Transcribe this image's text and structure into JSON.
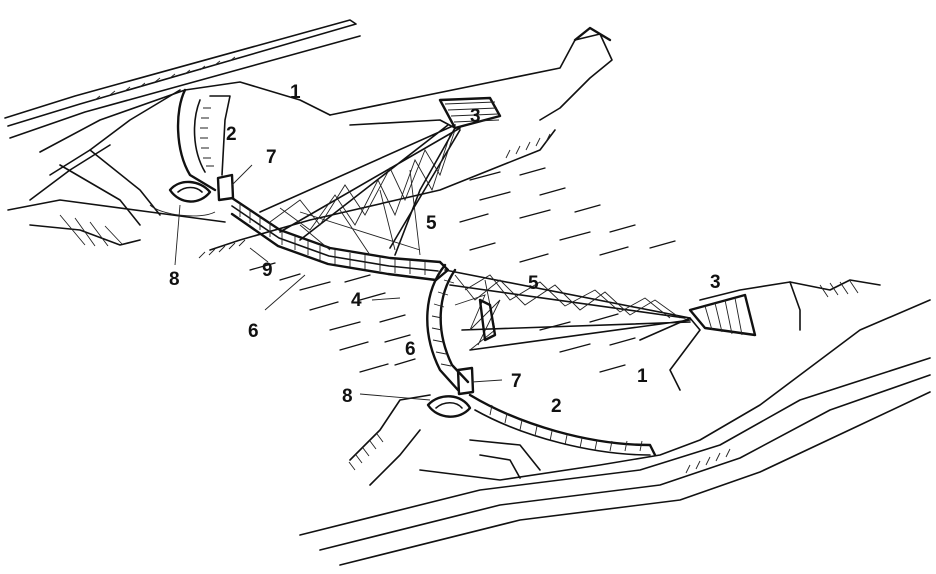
{
  "labels": {
    "l1a": "1",
    "l1b": "1",
    "l2a": "2",
    "l2b": "2",
    "l3a": "3",
    "l3b": "3",
    "l4": "4",
    "l5a": "5",
    "l5b": "5",
    "l6a": "6",
    "l6b": "6",
    "l7a": "7",
    "l7b": "7",
    "l8a": "8",
    "l8b": "8",
    "l9": "9"
  }
}
